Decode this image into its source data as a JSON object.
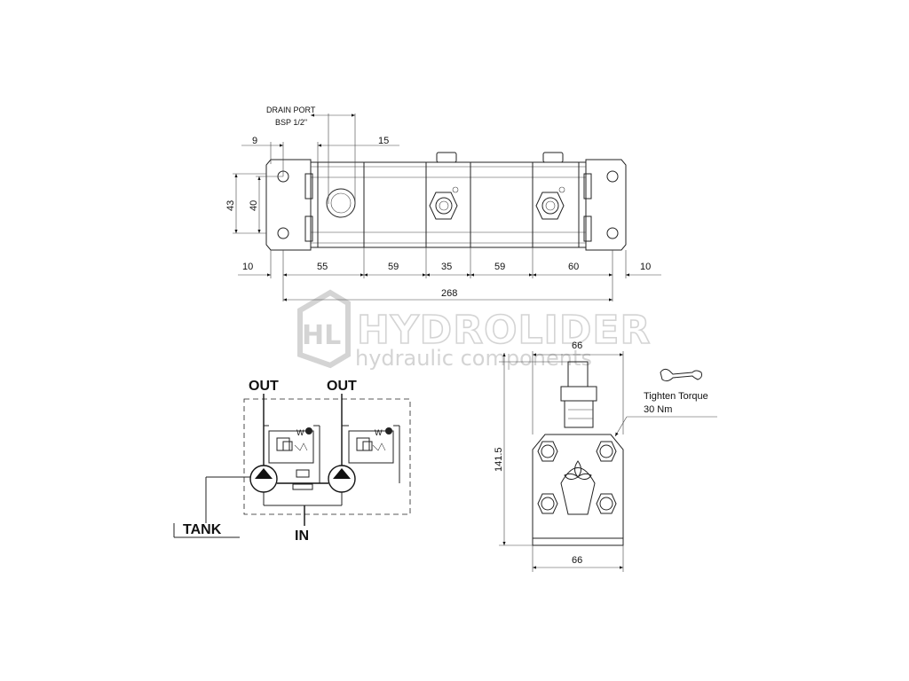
{
  "watermark": {
    "logo_mono": "HL",
    "brand": "HYDROLIDER",
    "tagline": "hydraulic components"
  },
  "top_view": {
    "drain_port_line1": "DRAIN PORT",
    "drain_port_line2": "BSP 1/2\"",
    "dim_9": "9",
    "dim_15": "15",
    "dim_43": "43",
    "dim_40": "40",
    "segments": [
      "10",
      "55",
      "59",
      "35",
      "59",
      "60",
      "10"
    ],
    "total_length": "268"
  },
  "side_view": {
    "width_top": "66",
    "width_bottom": "66",
    "height": "141.5",
    "torque_line1": "Tighten Torque",
    "torque_line2": "30 Nm"
  },
  "schematic": {
    "out_left": "OUT",
    "out_right": "OUT",
    "tank": "TANK",
    "in": "IN"
  }
}
